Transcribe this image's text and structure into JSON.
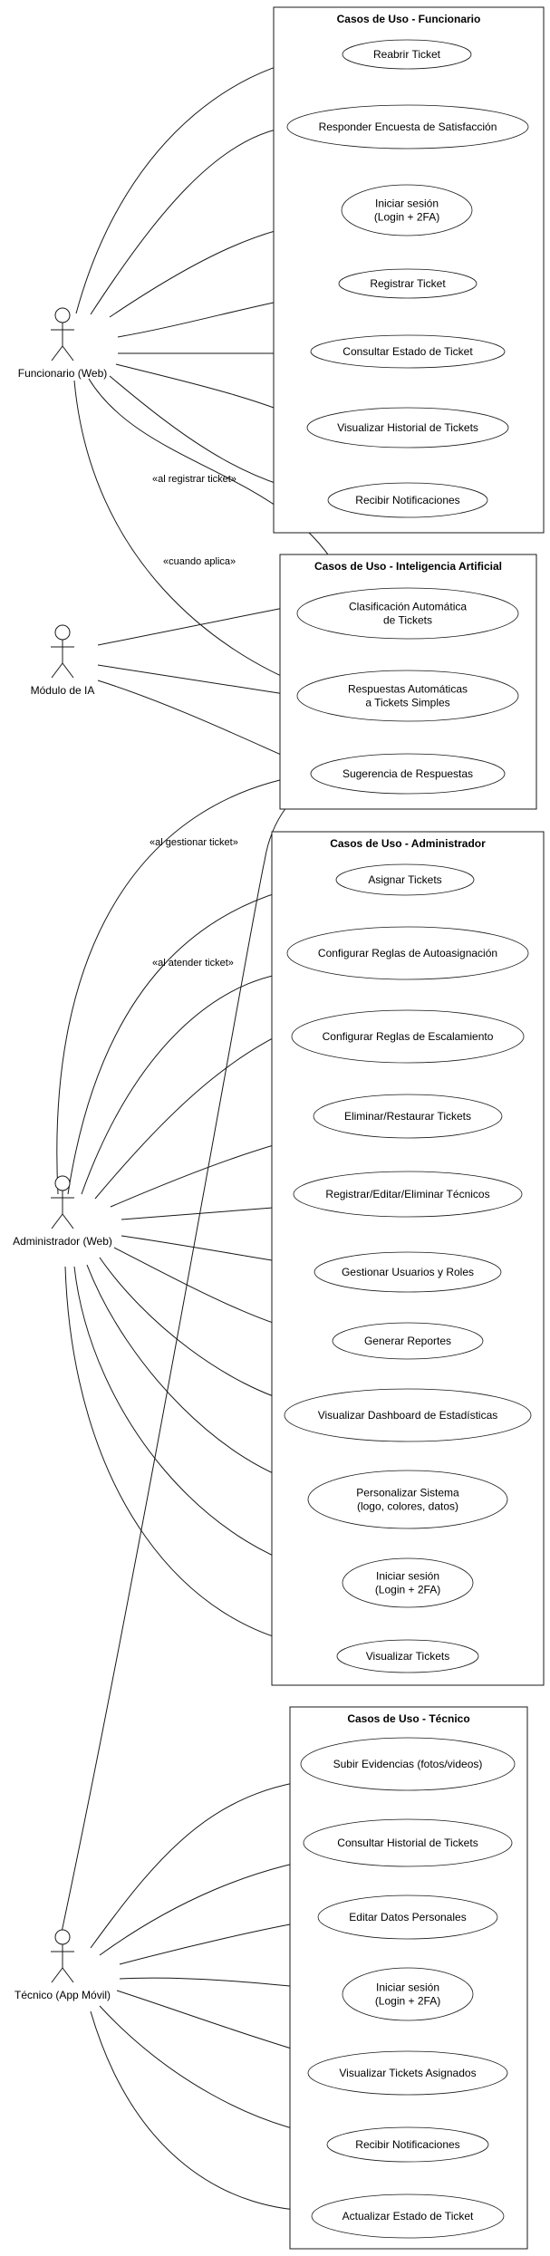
{
  "packages": [
    {
      "id": "func",
      "title": "Casos de Uso - Funcionario",
      "usecases": [
        {
          "id": "f_reabrir",
          "lines": [
            "Reabrir Ticket"
          ]
        },
        {
          "id": "f_encuesta",
          "lines": [
            "Responder Encuesta de Satisfacción"
          ]
        },
        {
          "id": "f_login",
          "lines": [
            "Iniciar sesión",
            "(Login + 2FA)"
          ]
        },
        {
          "id": "f_registrar",
          "lines": [
            "Registrar Ticket"
          ]
        },
        {
          "id": "f_consultar",
          "lines": [
            "Consultar Estado de Ticket"
          ]
        },
        {
          "id": "f_historial",
          "lines": [
            "Visualizar Historial de Tickets"
          ]
        },
        {
          "id": "f_notif",
          "lines": [
            "Recibir Notificaciones"
          ]
        }
      ]
    },
    {
      "id": "ia",
      "title": "Casos de Uso - Inteligencia Artificial",
      "usecases": [
        {
          "id": "ia_clasif",
          "lines": [
            "Clasificación Automática",
            "de Tickets"
          ]
        },
        {
          "id": "ia_resp",
          "lines": [
            "Respuestas Automáticas",
            "a Tickets Simples"
          ]
        },
        {
          "id": "ia_sug",
          "lines": [
            "Sugerencia de Respuestas"
          ]
        }
      ]
    },
    {
      "id": "admin",
      "title": "Casos de Uso - Administrador",
      "usecases": [
        {
          "id": "a_asignar",
          "lines": [
            "Asignar Tickets"
          ]
        },
        {
          "id": "a_autoasig",
          "lines": [
            "Configurar Reglas de Autoasignación"
          ]
        },
        {
          "id": "a_escal",
          "lines": [
            "Configurar Reglas de Escalamiento"
          ]
        },
        {
          "id": "a_elim",
          "lines": [
            "Eliminar/Restaurar Tickets"
          ]
        },
        {
          "id": "a_tecnicos",
          "lines": [
            "Registrar/Editar/Eliminar Técnicos"
          ]
        },
        {
          "id": "a_usuarios",
          "lines": [
            "Gestionar Usuarios y Roles"
          ]
        },
        {
          "id": "a_reportes",
          "lines": [
            "Generar Reportes"
          ]
        },
        {
          "id": "a_dashboard",
          "lines": [
            "Visualizar Dashboard de Estadísticas"
          ]
        },
        {
          "id": "a_personalizar",
          "lines": [
            "Personalizar Sistema",
            "(logo, colores, datos)"
          ]
        },
        {
          "id": "a_login",
          "lines": [
            "Iniciar sesión",
            "(Login + 2FA)"
          ]
        },
        {
          "id": "a_visualizar",
          "lines": [
            "Visualizar Tickets"
          ]
        }
      ]
    },
    {
      "id": "tec",
      "title": "Casos de Uso - Técnico",
      "usecases": [
        {
          "id": "t_evidencias",
          "lines": [
            "Subir Evidencias (fotos/videos)"
          ]
        },
        {
          "id": "t_historial",
          "lines": [
            "Consultar Historial de Tickets"
          ]
        },
        {
          "id": "t_editar",
          "lines": [
            "Editar Datos Personales"
          ]
        },
        {
          "id": "t_login",
          "lines": [
            "Iniciar sesión",
            "(Login + 2FA)"
          ]
        },
        {
          "id": "t_asignados",
          "lines": [
            "Visualizar Tickets Asignados"
          ]
        },
        {
          "id": "t_notif",
          "lines": [
            "Recibir Notificaciones"
          ]
        },
        {
          "id": "t_actualizar",
          "lines": [
            "Actualizar Estado de Ticket"
          ]
        }
      ]
    }
  ],
  "actors": [
    {
      "id": "act_func",
      "name": "Funcionario (Web)"
    },
    {
      "id": "act_ia",
      "name": "Módulo de IA"
    },
    {
      "id": "act_admin",
      "name": "Administrador (Web)"
    },
    {
      "id": "act_tec",
      "name": "Técnico (App Móvil)"
    }
  ],
  "edge_labels": {
    "func_clasif": "«al registrar ticket»",
    "func_resp": "«cuando aplica»",
    "admin_sug": "«al gestionar ticket»",
    "tec_sug": "«al atender ticket»"
  }
}
